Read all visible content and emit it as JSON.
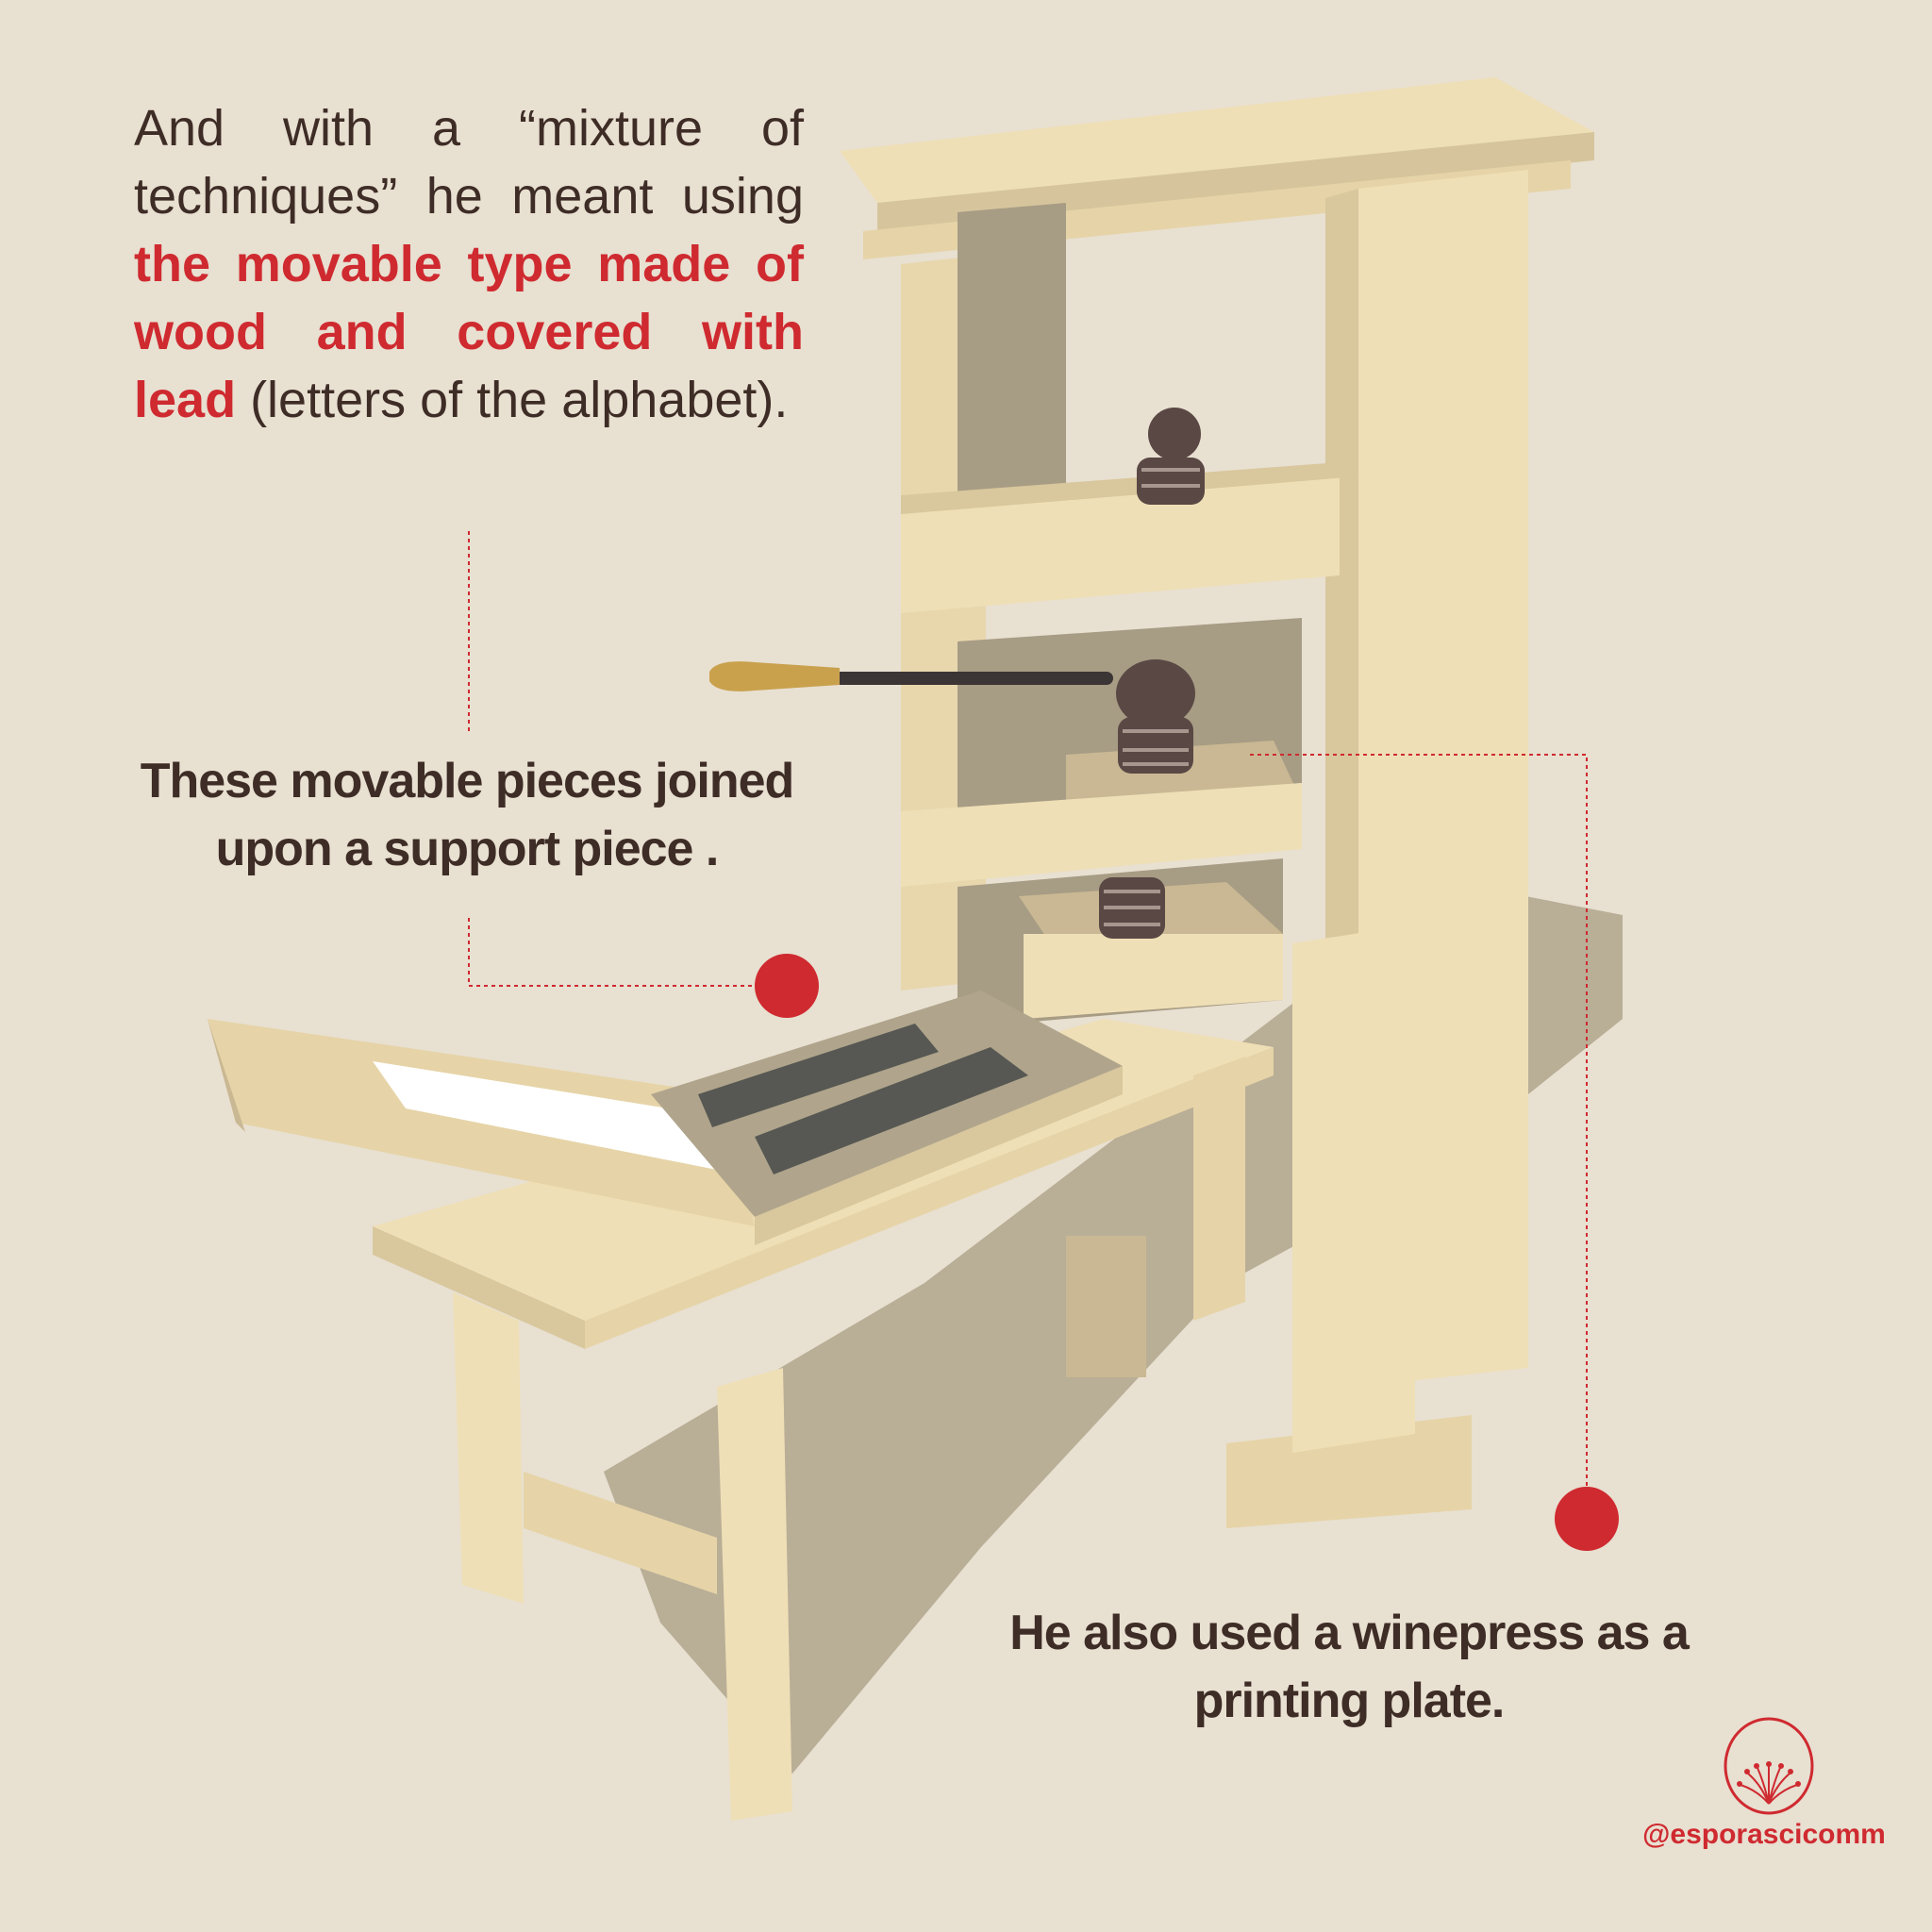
{
  "intro": {
    "line_1": "And with a “mixture of techniques” he meant using ",
    "highlight": "the movable type made of wood and covered with lead",
    "line_2": " (letters of the alphabet)."
  },
  "callouts": {
    "support_piece": "These movable pieces joined upon a support piece .",
    "winepress": "He also used a winepress as a printing plate."
  },
  "brand": {
    "handle": "@esporascicomm",
    "logo_icon": "spore-logo-icon"
  },
  "colors": {
    "background": "#e8e0d1",
    "accent_red": "#cf2a30",
    "text_brown": "#3e2c26",
    "wood": "#efdfb6",
    "wood_shadow": "#b0a58c"
  }
}
